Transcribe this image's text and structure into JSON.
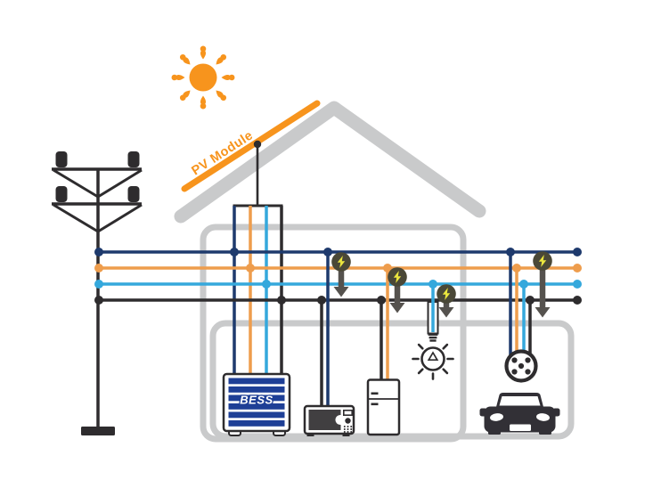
{
  "diagram": {
    "type": "home-energy-system-diagram",
    "labels": {
      "pv_module": "PV Module",
      "bess_unit": "BESS"
    },
    "colors": {
      "bus_line_navy": "#1e3a6d",
      "bus_line_orange": "#ee9d4d",
      "bus_line_cyan": "#35a8dc",
      "bus_line_black": "#2e2c2e",
      "sun_and_pv_orange": "#f7941d",
      "house_gray": "#c9cacb",
      "bess_stripe_blue": "#1e3f96",
      "lightning_bolt_yellow": "#ece73e",
      "lightning_badge_gray": "#4a4837",
      "flow_arrow_gray": "#55524e"
    },
    "icons": [
      "sun-icon",
      "pv-module-icon",
      "utility-pole-icon",
      "roof-icon",
      "house-outline",
      "bess-icon",
      "microwave-icon",
      "refrigerator-icon",
      "light-bulb-icon",
      "ev-connector-icon",
      "car-icon",
      "lightning-badge-icon",
      "power-flow-down-arrow-icon"
    ],
    "bus_lines": [
      {
        "name": "grid-bus-navy",
        "color": "#1e3a6d"
      },
      {
        "name": "grid-bus-orange",
        "color": "#ee9d4d"
      },
      {
        "name": "grid-bus-cyan",
        "color": "#35a8dc"
      },
      {
        "name": "grid-bus-black",
        "color": "#2e2c2e"
      }
    ],
    "loads": [
      "bess",
      "microwave",
      "refrigerator",
      "light-bulb",
      "ev-charger"
    ],
    "power_flow_indicators": 4
  }
}
